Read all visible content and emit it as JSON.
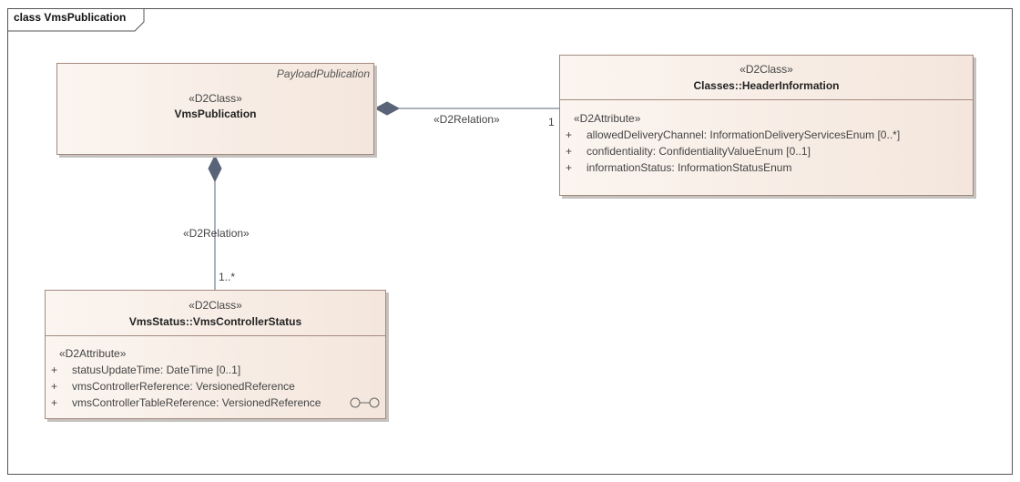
{
  "frame": {
    "label": "class VmsPublication"
  },
  "classes": {
    "vms_publication": {
      "parent": "PayloadPublication",
      "stereotype": "«D2Class»",
      "name": "VmsPublication"
    },
    "header_information": {
      "stereotype": "«D2Class»",
      "name": "Classes::HeaderInformation",
      "attr_stereotype": "«D2Attribute»",
      "attributes": [
        {
          "visibility": "+",
          "text": "allowedDeliveryChannel: InformationDeliveryServicesEnum [0..*]"
        },
        {
          "visibility": "+",
          "text": "confidentiality: ConfidentialityValueEnum [0..1]"
        },
        {
          "visibility": "+",
          "text": "informationStatus: InformationStatusEnum"
        }
      ]
    },
    "vms_controller_status": {
      "stereotype": "«D2Class»",
      "name": "VmsStatus::VmsControllerStatus",
      "attr_stereotype": "«D2Attribute»",
      "attributes": [
        {
          "visibility": "+",
          "text": "statusUpdateTime: DateTime [0..1]"
        },
        {
          "visibility": "+",
          "text": "vmsControllerReference: VersionedReference"
        },
        {
          "visibility": "+",
          "text": "vmsControllerTableReference: VersionedReference"
        }
      ]
    }
  },
  "relations": {
    "header": {
      "stereotype": "«D2Relation»",
      "multiplicity": "1"
    },
    "status": {
      "stereotype": "«D2Relation»",
      "multiplicity": "1..*"
    }
  },
  "colors": {
    "class_border": "#a38a7f",
    "connector": "#5a6478",
    "diamond_fill": "#5a6478"
  },
  "icons": [
    "composition-diamond-icon",
    "link-glasses-icon"
  ]
}
